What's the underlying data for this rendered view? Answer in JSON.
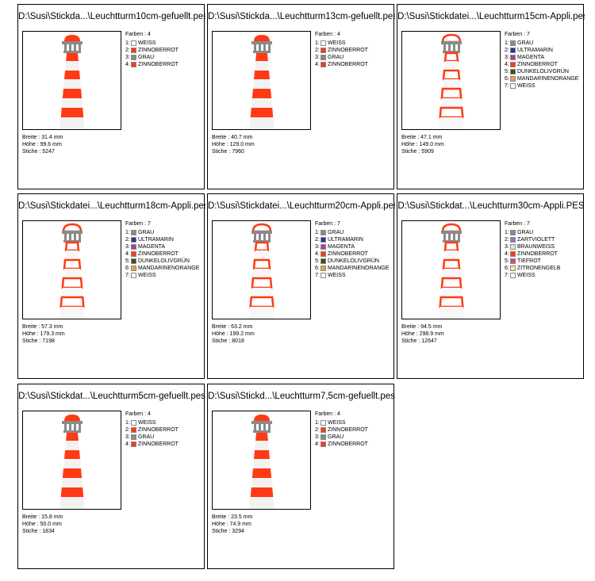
{
  "cards": [
    {
      "title": "D:\\Susi\\Stickda...\\Leuchtturm10cm-gefuellt.pes",
      "style": "filled",
      "colors_label": "Farben : 4",
      "colors": [
        {
          "idx": "1:",
          "name": "WEISS",
          "hex": "#ffffff"
        },
        {
          "idx": "2:",
          "name": "ZINNOBERROT",
          "hex": "#ff3a14"
        },
        {
          "idx": "3:",
          "name": "GRAU",
          "hex": "#8a8a8a"
        },
        {
          "idx": "4:",
          "name": "ZINNOBERROT",
          "hex": "#ff3a14"
        }
      ],
      "breite": "Breite : 31.4 mm",
      "hoehe": "Höhe : 99.6 mm",
      "stiche": "Stiche : 5247"
    },
    {
      "title": "D:\\Susi\\Stickda...\\Leuchtturm13cm-gefuellt.pes",
      "style": "filled",
      "colors_label": "Farben : 4",
      "colors": [
        {
          "idx": "1:",
          "name": "WEISS",
          "hex": "#ffffff"
        },
        {
          "idx": "2:",
          "name": "ZINNOBERROT",
          "hex": "#ff3a14"
        },
        {
          "idx": "3:",
          "name": "GRAU",
          "hex": "#8a8a8a"
        },
        {
          "idx": "4:",
          "name": "ZINNOBERROT",
          "hex": "#ff3a14"
        }
      ],
      "breite": "Breite : 40.7 mm",
      "hoehe": "Höhe : 129.0 mm",
      "stiche": "Stiche : 7960"
    },
    {
      "title": "D:\\Susi\\Stickdatei...\\Leuchtturm15cm-Appli.pes",
      "style": "appli",
      "colors_label": "Farben : 7",
      "colors": [
        {
          "idx": "1:",
          "name": "GRAU",
          "hex": "#8a8a8a"
        },
        {
          "idx": "2:",
          "name": "ULTRAMARIN",
          "hex": "#1e3c8c"
        },
        {
          "idx": "3:",
          "name": "MAGENTA",
          "hex": "#b03ca0"
        },
        {
          "idx": "4:",
          "name": "ZINNOBERROT",
          "hex": "#ff3a14"
        },
        {
          "idx": "5:",
          "name": "DUNKELOLIVGRÜN",
          "hex": "#3c5014"
        },
        {
          "idx": "6:",
          "name": "MANDARINENORANGE",
          "hex": "#f0a040"
        },
        {
          "idx": "7:",
          "name": "WEISS",
          "hex": "#ffffff"
        }
      ],
      "breite": "Breite : 47.1 mm",
      "hoehe": "Höhe : 149.0 mm",
      "stiche": "Stiche : 5909"
    },
    {
      "title": "D:\\Susi\\Stickdatei...\\Leuchtturm18cm-Appli.pes",
      "style": "appli",
      "colors_label": "Farben : 7",
      "colors": [
        {
          "idx": "1:",
          "name": "GRAU",
          "hex": "#8a8a8a"
        },
        {
          "idx": "2:",
          "name": "ULTRAMARIN",
          "hex": "#1e3c8c"
        },
        {
          "idx": "3:",
          "name": "MAGENTA",
          "hex": "#b03ca0"
        },
        {
          "idx": "4:",
          "name": "ZINNOBERROT",
          "hex": "#ff3a14"
        },
        {
          "idx": "5:",
          "name": "DUNKELOLIVGRÜN",
          "hex": "#3c5014"
        },
        {
          "idx": "6:",
          "name": "MANDARINENORANGE",
          "hex": "#f0a040"
        },
        {
          "idx": "7:",
          "name": "WEISS",
          "hex": "#ffffff"
        }
      ],
      "breite": "Breite : 57.3 mm",
      "hoehe": "Höhe : 179.3 mm",
      "stiche": "Stiche : 7198"
    },
    {
      "title": "D:\\Susi\\Stickdatei...\\Leuchtturm20cm-Appli.pes",
      "style": "appli",
      "colors_label": "Farben : 7",
      "colors": [
        {
          "idx": "1:",
          "name": "GRAU",
          "hex": "#8a8a8a"
        },
        {
          "idx": "2:",
          "name": "ULTRAMARIN",
          "hex": "#1e3c8c"
        },
        {
          "idx": "3:",
          "name": "MAGENTA",
          "hex": "#b03ca0"
        },
        {
          "idx": "4:",
          "name": "ZINNOBERROT",
          "hex": "#ff3a14"
        },
        {
          "idx": "5:",
          "name": "DUNKELOLIVGRÜN",
          "hex": "#3c5014"
        },
        {
          "idx": "6:",
          "name": "MANDARINENORANGE",
          "hex": "#f0a040"
        },
        {
          "idx": "7:",
          "name": "WEISS",
          "hex": "#ffffff"
        }
      ],
      "breite": "Breite : 63.2 mm",
      "hoehe": "Höhe : 199.2 mm",
      "stiche": "Stiche : 8018"
    },
    {
      "title": "D:\\Susi\\Stickdat...\\Leuchtturm30cm-Appli.PES",
      "style": "appli",
      "colors_label": "Farben : 7",
      "colors": [
        {
          "idx": "1:",
          "name": "GRAU",
          "hex": "#8a8a8a"
        },
        {
          "idx": "2:",
          "name": "ZARTVIOLETT",
          "hex": "#8c78c8"
        },
        {
          "idx": "3:",
          "name": "BRAUNWEISS",
          "hex": "#f0e8c8"
        },
        {
          "idx": "4:",
          "name": "ZINNOBERROT",
          "hex": "#ff3a14"
        },
        {
          "idx": "5:",
          "name": "TIEFROT",
          "hex": "#e8408c"
        },
        {
          "idx": "6:",
          "name": "ZITRONENGELB",
          "hex": "#f0f08c"
        },
        {
          "idx": "7:",
          "name": "WEISS",
          "hex": "#ffffff"
        }
      ],
      "breite": "Breite : 94.5 mm",
      "hoehe": "Höhe : 298.9 mm",
      "stiche": "Stiche : 12647"
    },
    {
      "title": "D:\\Susi\\Stickdat...\\Leuchtturm5cm-gefuellt.pes",
      "style": "filled",
      "colors_label": "Farben : 4",
      "colors": [
        {
          "idx": "1:",
          "name": "WEISS",
          "hex": "#ffffff"
        },
        {
          "idx": "2:",
          "name": "ZINNOBERROT",
          "hex": "#ff3a14"
        },
        {
          "idx": "3:",
          "name": "GRAU",
          "hex": "#8a8a8a"
        },
        {
          "idx": "4:",
          "name": "ZINNOBERROT",
          "hex": "#ff3a14"
        }
      ],
      "breite": "Breite : 15.8 mm",
      "hoehe": "Höhe : 50.0 mm",
      "stiche": "Stiche : 1834"
    },
    {
      "title": "D:\\Susi\\Stickd...\\Leuchtturm7,5cm-gefuellt.pes",
      "style": "filled",
      "colors_label": "Farben : 4",
      "colors": [
        {
          "idx": "1:",
          "name": "WEISS",
          "hex": "#ffffff"
        },
        {
          "idx": "2:",
          "name": "ZINNOBERROT",
          "hex": "#ff3a14"
        },
        {
          "idx": "3:",
          "name": "GRAU",
          "hex": "#8a8a8a"
        },
        {
          "idx": "4:",
          "name": "ZINNOBERROT",
          "hex": "#ff3a14"
        }
      ],
      "breite": "Breite : 23.5 mm",
      "hoehe": "Höhe : 74.9 mm",
      "stiche": "Stiche : 3294"
    }
  ],
  "palette": {
    "red": "#ff3a14",
    "white_stripe": "#f2f2f2",
    "gray": "#8a8a8a"
  }
}
